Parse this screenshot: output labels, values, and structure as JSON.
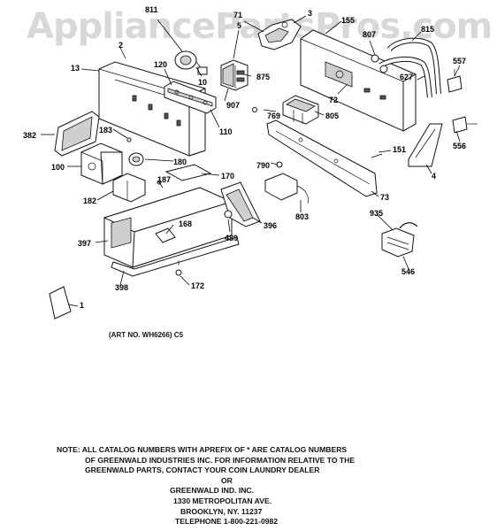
{
  "watermark": "AppliancePartsPros.com",
  "art_number": "(ART NO. WH6266) C5",
  "callouts": {
    "c811": "811",
    "c71": "71",
    "c3": "3",
    "c155": "155",
    "c807": "807",
    "c815": "815",
    "c2": "2",
    "c5": "5",
    "c557": "557",
    "c13": "13",
    "c120": "120",
    "c10": "10",
    "c875": "875",
    "c627": "627",
    "c72": "72",
    "c907": "907",
    "c769": "769",
    "c805": "805",
    "c110": "110",
    "c382": "382",
    "c183": "183",
    "c556": "556",
    "c151": "151",
    "c180": "180",
    "c100": "100",
    "c790": "790",
    "c4": "4",
    "c170": "170",
    "c187": "187",
    "c182": "182",
    "c73": "73",
    "c803": "803",
    "c168": "168",
    "c935": "935",
    "c396": "396",
    "c489": "489",
    "c397": "397",
    "c546": "546",
    "c398": "398",
    "c172": "172",
    "c1": "1"
  },
  "note_lines": [
    "NOTE: ALL CATALOG NUMBERS WITH APREFIX OF * ARE CATALOG NUMBERS",
    "OF GREENWALD INDUSTRIES INC. FOR INFORMATION RELATIVE TO THE",
    "GREENWALD PARTS, CONTACT YOUR COIN LAUNDRY DEALER",
    "OR",
    "GREENWALD IND. INC.",
    "1330 METROPOLITAN AVE.",
    "BROOKLYN, NY. 11237",
    "TELEPHONE 1-800-221-0982"
  ]
}
